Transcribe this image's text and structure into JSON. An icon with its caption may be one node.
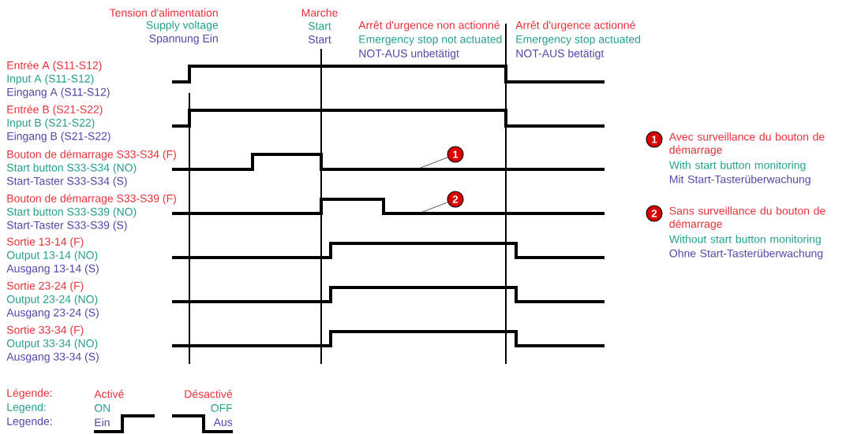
{
  "diagram": {
    "nodes": [
      {
        "text": [
          "1"
        ]
      },
      {
        "text": [
          "2"
        ]
      },
      {
        "text": [
          "1"
        ],
        "beside": [
          "Avec surveillance du bouton de démarrage",
          "With start button monitoring",
          "Mit Start-Tasterüberwachung"
        ]
      },
      {
        "text": [
          "2"
        ],
        "beside": [
          "Sans surveillance du bouton de démarrage",
          "Without start button monitoring",
          "Ohne Start-Tasterüberwachung"
        ]
      }
    ],
    "edges": [
      {
        "from": 0,
        "to": null,
        "arrow": "none"
      },
      {
        "from": 1,
        "to": null,
        "arrow": "none"
      }
    ],
    "labels": [
      "Tension d'alimentation",
      "Supply voltage",
      "Spannung Ein",
      "Marche",
      "Start",
      "Start",
      "Arrêt d'urgence non actionné",
      "Emergency stop not actuated",
      "NOT-AUS unbetätigt",
      "Arrêt d'urgence actionné",
      "Emergency stop actuated",
      "NOT-AUS betätigt",
      "Entrée A (S11-S12)",
      "Input A (S11-S12)",
      "Eingang A (S11-S12)",
      "Entrée B (S21-S22)",
      "Input B (S21-S22)",
      "Eingang B (S21-S22)",
      "Bouton de démarrage S33-S34 (F)",
      "Start button S33-S34 (NO)",
      "Start-Taster S33-S34 (S)",
      "Bouton de démarrage S33-S39 (F)",
      "Start button S33-S39 (NO)",
      "Start-Taster S33-S39 (S)",
      "Sortie 13-14 (F)",
      "Output 13-14 (NO)",
      "Ausgang 13-14 (S)",
      "Sortie 23-24 (F)",
      "Output 23-24 (NO)",
      "Ausgang 23-24 (S)",
      "Sortie 33-34 (F)",
      "Output 33-34 (NO)",
      "Ausgang 33-34 (S)",
      "Légende:",
      "Legend:",
      "Legende:",
      "Activé",
      "ON",
      "Ein",
      "Désactivé",
      "OFF",
      "Aus"
    ]
  }
}
